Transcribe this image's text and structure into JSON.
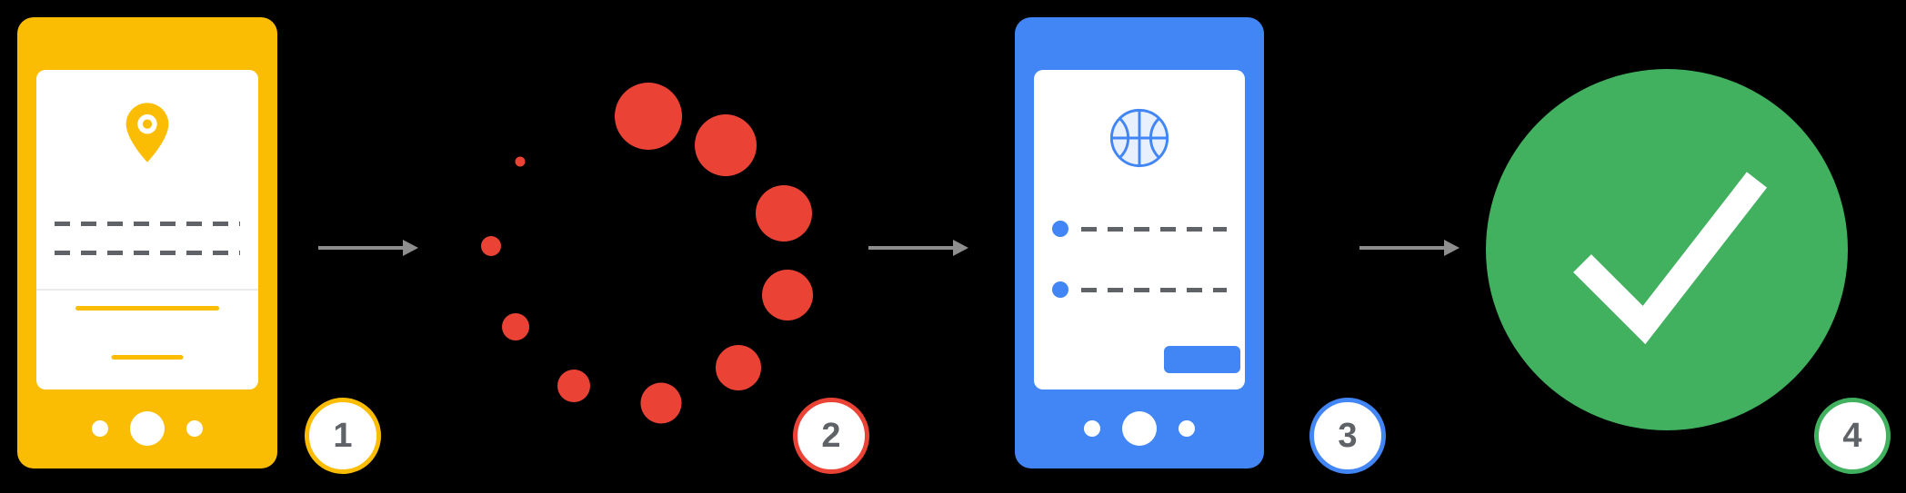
{
  "diagram": {
    "type": "process-flow",
    "background_color": "#000000",
    "arrow_color": "#8E8E8E",
    "placeholder_dash_color": "#5F6368",
    "card_color": "#FFFFFF",
    "badge": {
      "background": "#FFFFFF",
      "number_color": "#5F6368"
    },
    "steps": [
      {
        "number": "1",
        "name": "location-form-phone",
        "accent_color": "#FBBC04",
        "icon": "location-pin-icon"
      },
      {
        "number": "2",
        "name": "loading-spinner",
        "accent_color": "#EA4335",
        "icon": "loading-spinner-icon"
      },
      {
        "number": "3",
        "name": "result-form-phone",
        "accent_color": "#4285F4",
        "icon": "basketball-icon"
      },
      {
        "number": "4",
        "name": "success",
        "accent_color": "#41B15F",
        "icon": "checkmark-icon"
      }
    ]
  }
}
